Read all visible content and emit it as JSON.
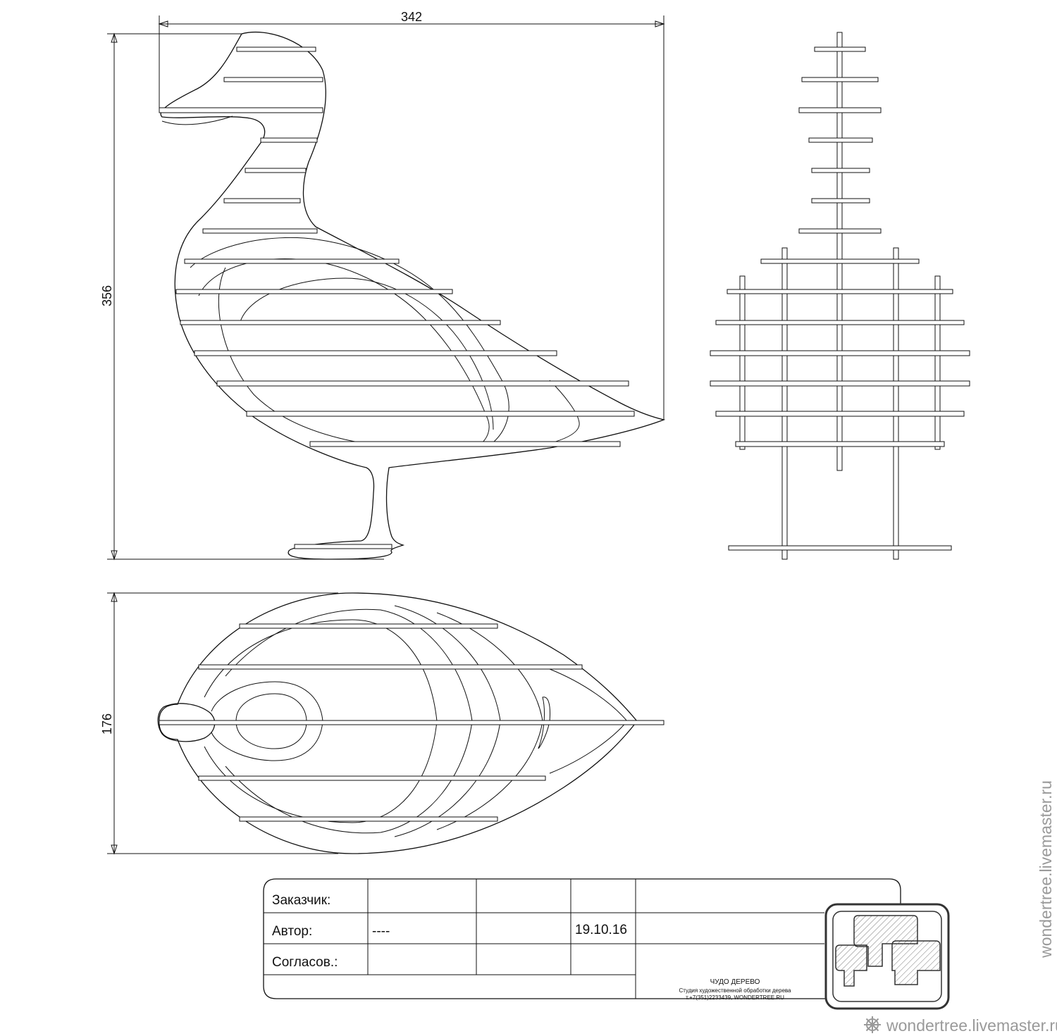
{
  "dimensions": {
    "width": "342",
    "height": "356",
    "depth": "176"
  },
  "title_block": {
    "customer_label": "Заказчик:",
    "author_label": "Автор:",
    "author_value": "----",
    "date_value": "19.10.16",
    "approved_label": "Согласов.:",
    "studio_name": "ЧУДО ДЕРЕВО",
    "studio_desc": "Студия художественной обработки дерева",
    "studio_contact": "т.+7(351)2233439, WONDERTREE.RU"
  },
  "watermark": "wondertree.livemaster.ru",
  "logo_icon": "wondertree-logo-icon"
}
